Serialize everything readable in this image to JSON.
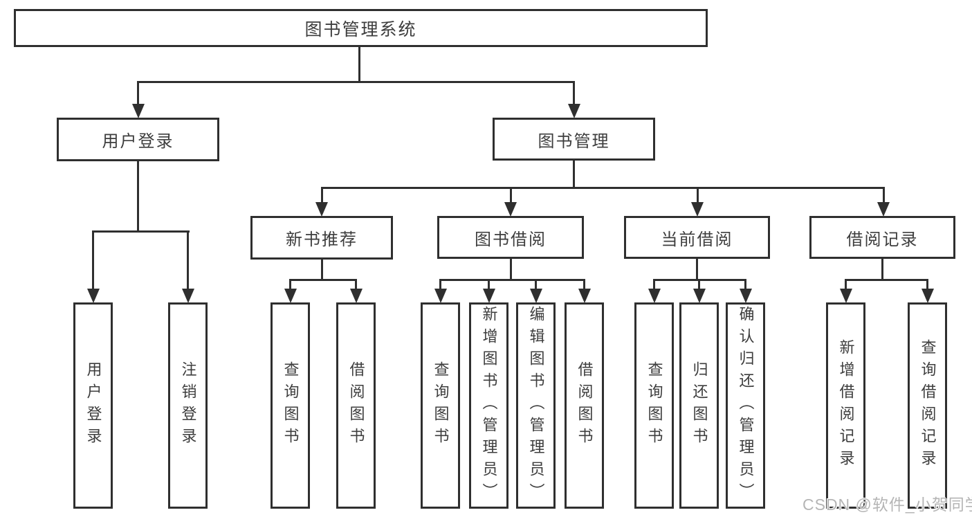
{
  "diagram": {
    "root": {
      "label": "图书管理系统"
    },
    "branches": [
      {
        "label": "用户登录",
        "children": [
          {
            "label": "用户登录"
          },
          {
            "label": "注销登录"
          }
        ]
      },
      {
        "label": "图书管理",
        "children": [
          {
            "label": "新书推荐",
            "children": [
              {
                "label": "查询图书"
              },
              {
                "label": "借阅图书"
              }
            ]
          },
          {
            "label": "图书借阅",
            "children": [
              {
                "label": "查询图书"
              },
              {
                "label": "新增图书（管理员）"
              },
              {
                "label": "编辑图书（管理员）"
              },
              {
                "label": "借阅图书"
              }
            ]
          },
          {
            "label": "当前借阅",
            "children": [
              {
                "label": "查询图书"
              },
              {
                "label": "归还图书"
              },
              {
                "label": "确认归还（管理员）"
              }
            ]
          },
          {
            "label": "借阅记录",
            "children": [
              {
                "label": "新增借阅记录"
              },
              {
                "label": "查询借阅记录"
              }
            ]
          }
        ]
      }
    ]
  },
  "watermark": {
    "text": "CSDN @软件_小贺同学"
  },
  "colors": {
    "line": "#2f2f2f",
    "text": "#3d3d3d",
    "watermark": "#b5b5b5",
    "background": "#ffffff"
  }
}
